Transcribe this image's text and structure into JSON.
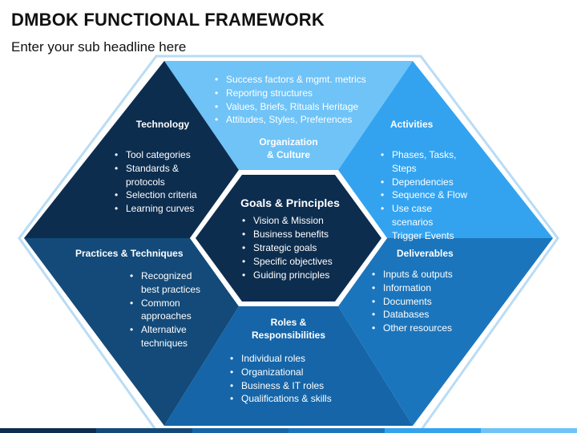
{
  "header": {
    "title": "DMBOK FUNCTIONAL FRAMEWORK",
    "subtitle": "Enter your sub headline here"
  },
  "colors": {
    "dark_navy": "#0D2D4F",
    "navy": "#134A79",
    "mid_blue": "#1565A8",
    "blue": "#1B75BC",
    "light_blue": "#33A3F0",
    "pale_blue": "#6FC3F7",
    "outline": "#B9DCF5"
  },
  "segments": {
    "organization": {
      "head": "Organization\n& Culture",
      "items": [
        "Success factors & mgmt. metrics",
        "Reporting structures",
        "Values, Briefs, Rituals Heritage",
        "Attitudes, Styles, Preferences"
      ]
    },
    "technology": {
      "head": "Technology",
      "items": [
        "Tool categories",
        "Standards & protocols",
        "Selection criteria",
        "Learning curves"
      ]
    },
    "activities": {
      "head": "Activities",
      "items": [
        "Phases, Tasks, Steps",
        "Dependencies",
        "Sequence & Flow",
        "Use case scenarios",
        "Trigger Events"
      ]
    },
    "practices": {
      "head": "Practices & Techniques",
      "items": [
        "Recognized best practices",
        "Common approaches",
        "Alternative techniques"
      ]
    },
    "deliverables": {
      "head": "Deliverables",
      "items": [
        "Inputs & outputs",
        "Information",
        "Documents",
        "Databases",
        "Other resources"
      ]
    },
    "roles": {
      "head": "Roles &\nResponsibilities",
      "items": [
        "Individual roles",
        "Organizational",
        "Business & IT roles",
        "Qualifications & skills"
      ]
    },
    "goals": {
      "head": "Goals & Principles",
      "items": [
        "Vision & Mission",
        "Business benefits",
        "Strategic goals",
        "Specific objectives",
        "Guiding principles"
      ]
    }
  }
}
